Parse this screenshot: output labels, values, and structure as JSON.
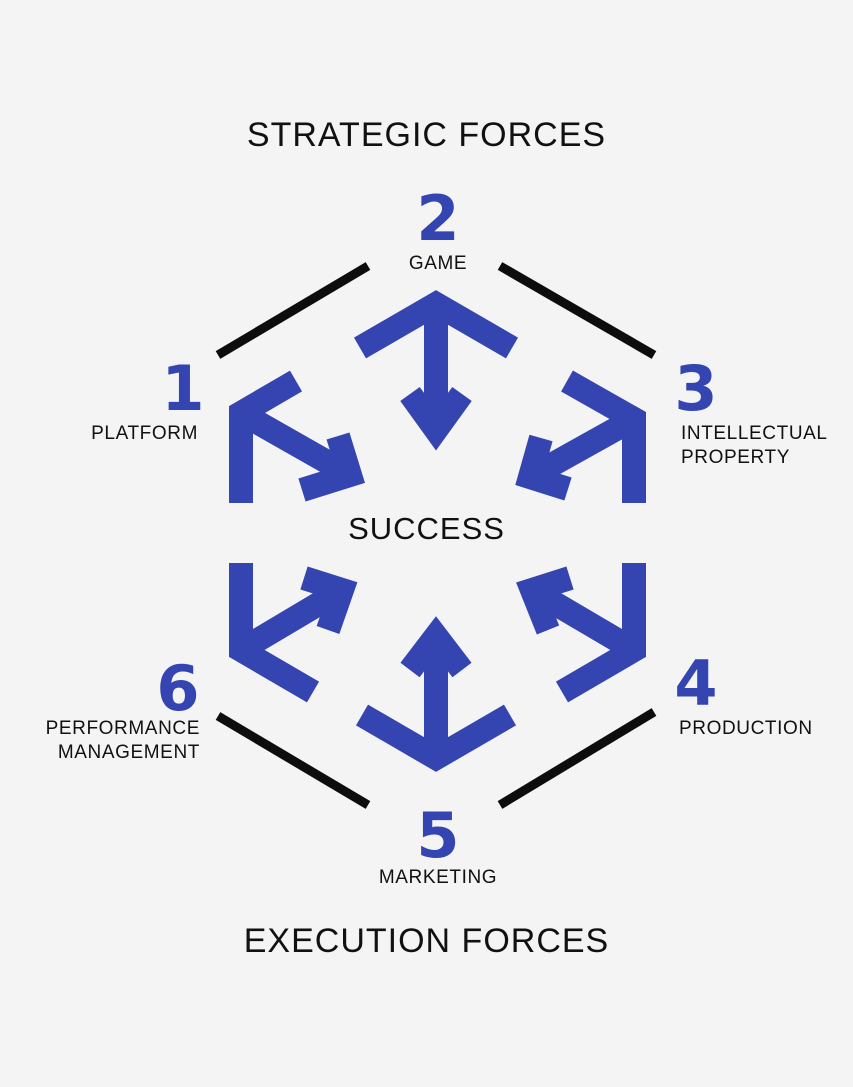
{
  "headings": {
    "top": "STRATEGIC FORCES",
    "bottom": "EXECUTION FORCES"
  },
  "center": "SUCCESS",
  "forces": [
    {
      "number": "1",
      "lines": [
        "PLATFORM"
      ]
    },
    {
      "number": "2",
      "lines": [
        "GAME"
      ]
    },
    {
      "number": "3",
      "lines": [
        "INTELLECTUAL",
        "PROPERTY"
      ]
    },
    {
      "number": "4",
      "lines": [
        "PRODUCTION"
      ]
    },
    {
      "number": "5",
      "lines": [
        "MARKETING"
      ]
    },
    {
      "number": "6",
      "lines": [
        "PERFORMANCE",
        "MANAGEMENT"
      ]
    }
  ],
  "colors": {
    "accent": "#3444b0",
    "outline": "#0d0d0d",
    "text": "#111111",
    "background": "#f4f4f4"
  },
  "icons": {
    "arrow": "arrow-shaft-with-chevron-icon"
  }
}
